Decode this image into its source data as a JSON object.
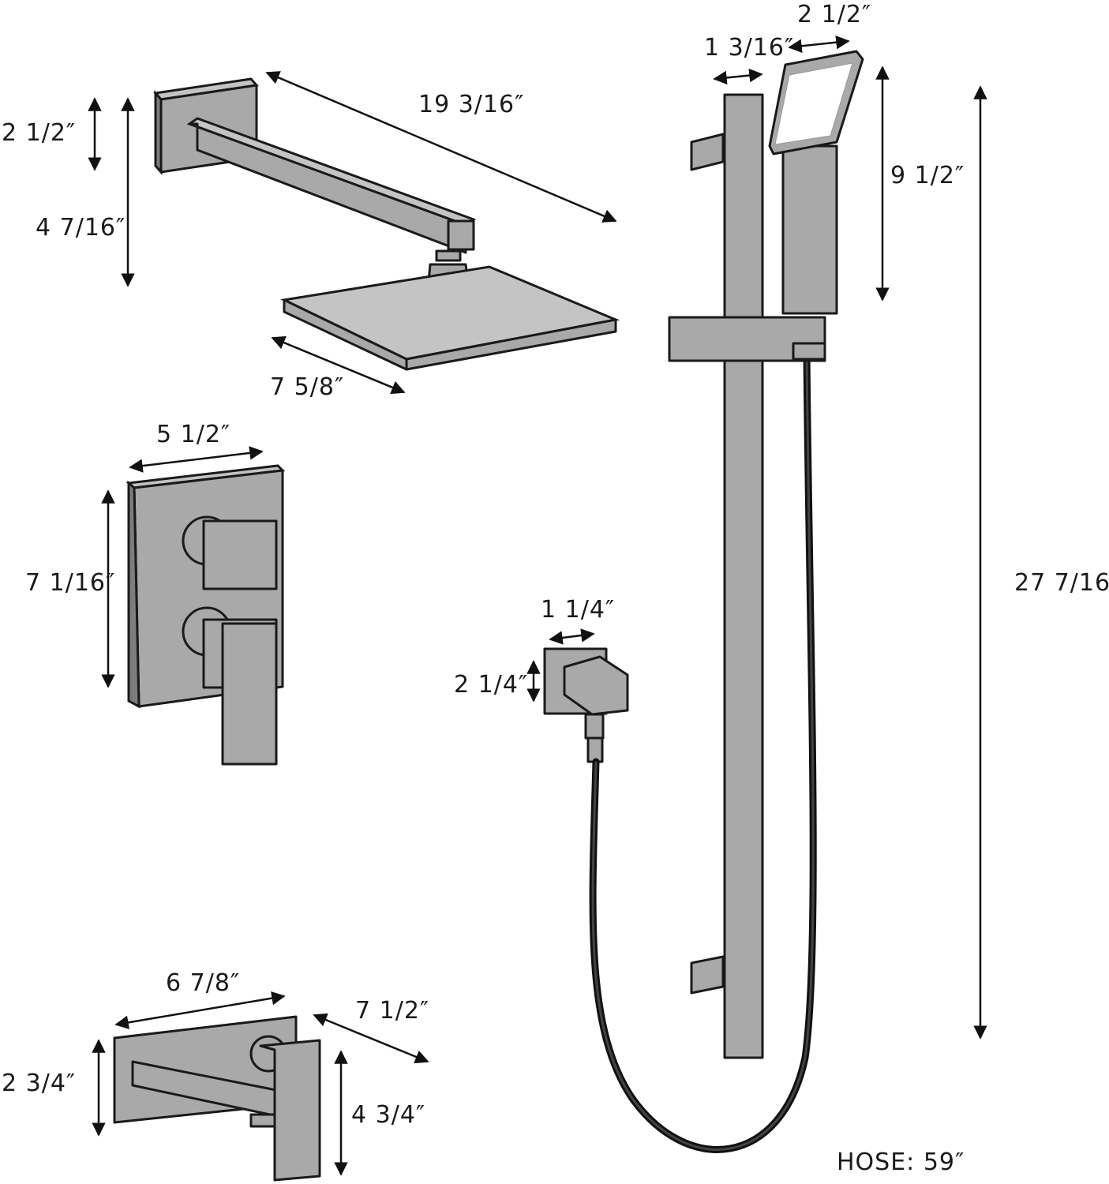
{
  "dimensions": {
    "arm_flange_height": "2 1/2″",
    "arm_drop_height": "4 7/16″",
    "arm_length": "19 3/16″",
    "shower_head_width": "7 5/8″",
    "handheld_width": "2 1/2″",
    "slide_bar_width": "1 3/16″",
    "handheld_length": "9 1/2″",
    "slide_bar_length": "27 7/16″",
    "valve_trim_width": "5 1/2″",
    "valve_trim_height": "7 1/16″",
    "elbow_width": "1 1/4″",
    "elbow_height": "2 1/4″",
    "spout_plate_width": "6 7/8″",
    "spout_length": "7 1/2″",
    "spout_plate_height": "2 3/4″",
    "spout_height": "4 3/4″"
  },
  "hose_label": "HOSE: 59″"
}
